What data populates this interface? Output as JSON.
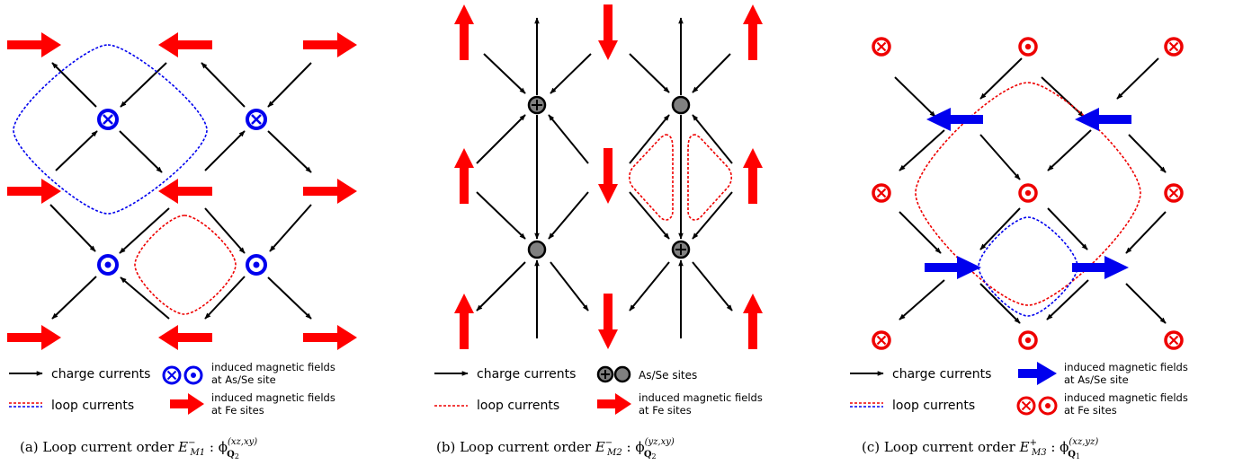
{
  "colors": {
    "blue": "#0000ee",
    "red": "#ff0000",
    "black": "#000000",
    "gray": "#808080"
  },
  "panel_a": {
    "legend": {
      "charge_currents": "charge currents",
      "loop_currents": "loop currents",
      "induced_as_se_line1": "induced magnetic fields",
      "induced_as_se_line2": "at As/Se site",
      "induced_fe_line1": "induced magnetic fields",
      "induced_fe_line2": "at Fe sites"
    },
    "caption_prefix": "(a) Loop current order ",
    "caption_symbol": "E",
    "caption_sub": "M1",
    "caption_sup": "−",
    "caption_phi": " : ϕ",
    "caption_phi_sup": "(xz,xy)",
    "caption_phi_sub": "Q",
    "caption_phi_subsub": "2"
  },
  "panel_b": {
    "legend": {
      "charge_currents": "charge currents",
      "loop_currents": "loop currents",
      "as_se_sites": "As/Se sites",
      "induced_fe_line1": "induced magnetic fields",
      "induced_fe_line2": "at Fe sites"
    },
    "caption_prefix": "(b) Loop current order ",
    "caption_symbol": "E",
    "caption_sub": "M2",
    "caption_sup": "−",
    "caption_phi": " : ϕ",
    "caption_phi_sup": "(yz,xy)",
    "caption_phi_sub": "Q",
    "caption_phi_subsub": "2"
  },
  "panel_c": {
    "legend": {
      "charge_currents": "charge currents",
      "loop_currents": "loop currents",
      "induced_as_se_line1": "induced magnetic fields",
      "induced_as_se_line2": "at As/Se site",
      "induced_fe_line1": "induced magnetic fields",
      "induced_fe_line2": "at Fe sites"
    },
    "caption_prefix": "(c) Loop current order ",
    "caption_symbol": "E",
    "caption_sub": "M3",
    "caption_sup": "+",
    "caption_phi": " : ϕ",
    "caption_phi_sup": "(xz,yz)",
    "caption_phi_sub": "Q",
    "caption_phi_subsub": "1"
  }
}
